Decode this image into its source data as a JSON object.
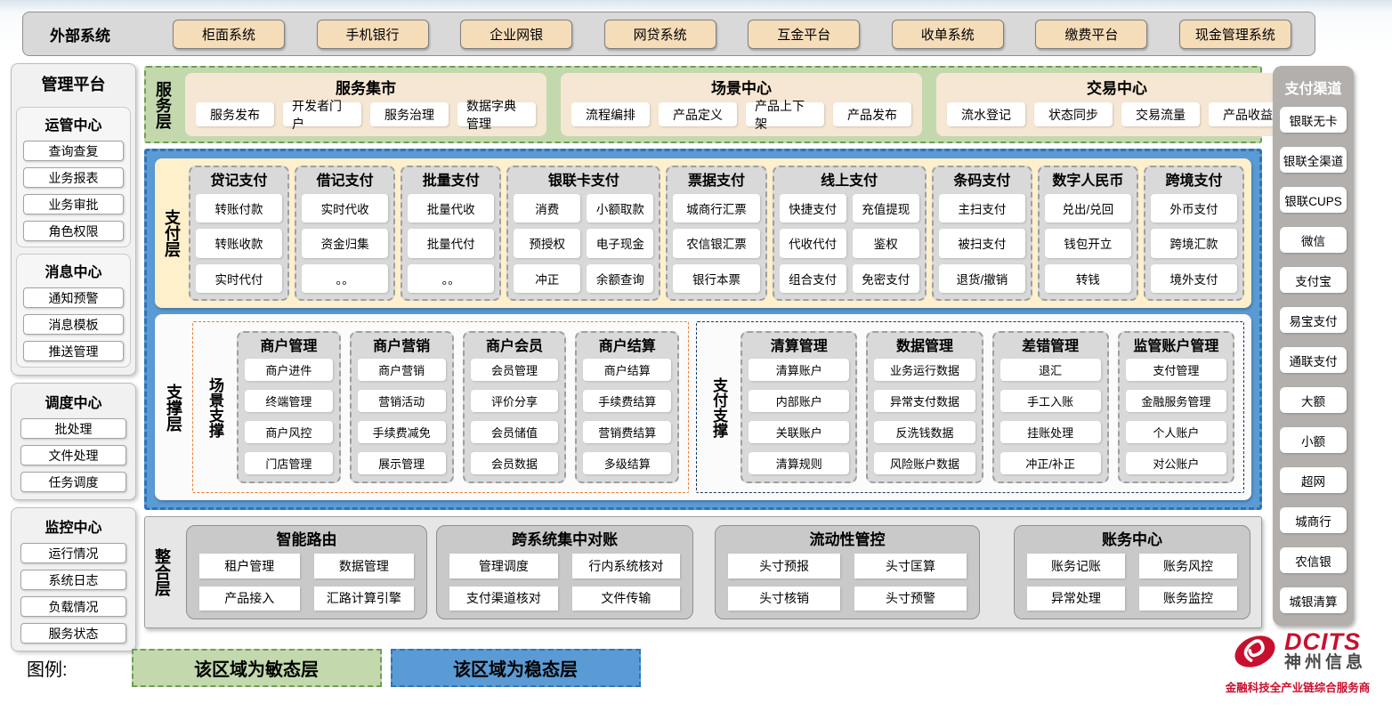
{
  "colors": {
    "agile_green_bg": "#c3d9ad",
    "agile_green_border": "#6f9d55",
    "stable_blue_bg": "#5b9bd5",
    "stable_blue_border": "#2e74b5",
    "external_button_tan": "#f6ddba",
    "payment_layer_cream": "#fdf0cb",
    "scene_zone_border_orange": "#ed7d31",
    "payment_zone_border_navy": "#17375e",
    "brand_red": "#c8102e"
  },
  "external": {
    "label": "外部系统",
    "systems": [
      "柜面系统",
      "手机银行",
      "企业网银",
      "网贷系统",
      "互金平台",
      "收单系统",
      "缴费平台",
      "现金管理系统"
    ]
  },
  "management": {
    "title": "管理平台",
    "groups": [
      {
        "title": "运管中心",
        "items": [
          "查询查复",
          "业务报表",
          "业务审批",
          "角色权限"
        ]
      },
      {
        "title": "消息中心",
        "items": [
          "通知预警",
          "消息模板",
          "推送管理"
        ]
      },
      {
        "title": "调度中心",
        "items": [
          "批处理",
          "文件处理",
          "任务调度"
        ]
      },
      {
        "title": "监控中心",
        "items": [
          "运行情况",
          "系统日志",
          "负载情况",
          "服务状态"
        ]
      }
    ]
  },
  "service_layer": {
    "label": "服务层",
    "sections": [
      {
        "title": "服务集市",
        "items": [
          "服务发布",
          "开发者门户",
          "服务治理",
          "数据字典管理"
        ]
      },
      {
        "title": "场景中心",
        "items": [
          "流程编排",
          "产品定义",
          "产品上下架",
          "产品发布"
        ]
      },
      {
        "title": "交易中心",
        "items": [
          "流水登记",
          "状态同步",
          "交易流量",
          "产品收益"
        ]
      }
    ]
  },
  "payment_layer": {
    "label": "支付层",
    "columns": [
      {
        "title": "贷记支付",
        "cols": 1,
        "items": [
          "转账付款",
          "转账收款",
          "实时代付"
        ]
      },
      {
        "title": "借记支付",
        "cols": 1,
        "items": [
          "实时代收",
          "资金归集",
          "。。"
        ]
      },
      {
        "title": "批量支付",
        "cols": 1,
        "items": [
          "批量代收",
          "批量代付",
          "。。"
        ]
      },
      {
        "title": "银联卡支付",
        "cols": 2,
        "items": [
          "消费",
          "小额取款",
          "预授权",
          "电子现金",
          "冲正",
          "余额查询"
        ]
      },
      {
        "title": "票据支付",
        "cols": 1,
        "items": [
          "城商行汇票",
          "农信银汇票",
          "银行本票"
        ]
      },
      {
        "title": "线上支付",
        "cols": 2,
        "items": [
          "快捷支付",
          "充值提现",
          "代收代付",
          "鉴权",
          "组合支付",
          "免密支付"
        ]
      },
      {
        "title": "条码支付",
        "cols": 1,
        "items": [
          "主扫支付",
          "被扫支付",
          "退货/撤销"
        ]
      },
      {
        "title": "数字人民币",
        "cols": 1,
        "items": [
          "兑出/兑回",
          "钱包开立",
          "转钱"
        ]
      },
      {
        "title": "跨境支付",
        "cols": 1,
        "items": [
          "外币支付",
          "跨境汇款",
          "境外支付"
        ]
      }
    ]
  },
  "support_layer": {
    "label": "支撑层",
    "zones": [
      {
        "label": "场景支撑",
        "style": "scene",
        "columns": [
          {
            "title": "商户管理",
            "items": [
              "商户进件",
              "终端管理",
              "商户风控",
              "门店管理"
            ]
          },
          {
            "title": "商户营销",
            "items": [
              "商户营销",
              "营销活动",
              "手续费减免",
              "展示管理"
            ]
          },
          {
            "title": "商户会员",
            "items": [
              "会员管理",
              "评价分享",
              "会员储值",
              "会员数据"
            ]
          },
          {
            "title": "商户结算",
            "items": [
              "商户结算",
              "手续费结算",
              "营销费结算",
              "多级结算"
            ]
          }
        ]
      },
      {
        "label": "支付支撑",
        "style": "paysup",
        "columns": [
          {
            "title": "清算管理",
            "items": [
              "清算账户",
              "内部账户",
              "关联账户",
              "清算规则"
            ]
          },
          {
            "title": "数据管理",
            "items": [
              "业务运行数据",
              "异常支付数据",
              "反洗钱数据",
              "风险账户数据"
            ]
          },
          {
            "title": "差错管理",
            "items": [
              "退汇",
              "手工入账",
              "挂账处理",
              "冲正/补正"
            ]
          },
          {
            "title": "监管账户管理",
            "items": [
              "支付管理",
              "金融服务管理",
              "个人账户",
              "对公账户"
            ]
          }
        ]
      }
    ]
  },
  "integration_layer": {
    "label": "整合层",
    "sections": [
      {
        "title": "智能路由",
        "items": [
          "租户管理",
          "数据管理",
          "产品接入",
          "汇路计算引擎"
        ]
      },
      {
        "title": "跨系统集中对账",
        "items": [
          "管理调度",
          "行内系统核对",
          "支付渠道核对",
          "文件传输"
        ]
      },
      {
        "title": "流动性管控",
        "items": [
          "头寸预报",
          "头寸匡算",
          "头寸核销",
          "头寸预警"
        ]
      },
      {
        "title": "账务中心",
        "items": [
          "账务记账",
          "账务风控",
          "异常处理",
          "账务监控"
        ]
      }
    ]
  },
  "channels": {
    "title": "支付渠道",
    "items": [
      "银联无卡",
      "银联全渠道",
      "银联CUPS",
      "微信",
      "支付宝",
      "易宝支付",
      "通联支付",
      "大额",
      "小额",
      "超网",
      "城商行",
      "农信银",
      "城银清算"
    ]
  },
  "legend": {
    "label": "图例:",
    "agile": "该区域为敏态层",
    "stable": "该区域为稳态层"
  },
  "logo": {
    "brand": "DCITS",
    "company": "神州信息",
    "tagline": "金融科技全产业链综合服务商"
  }
}
